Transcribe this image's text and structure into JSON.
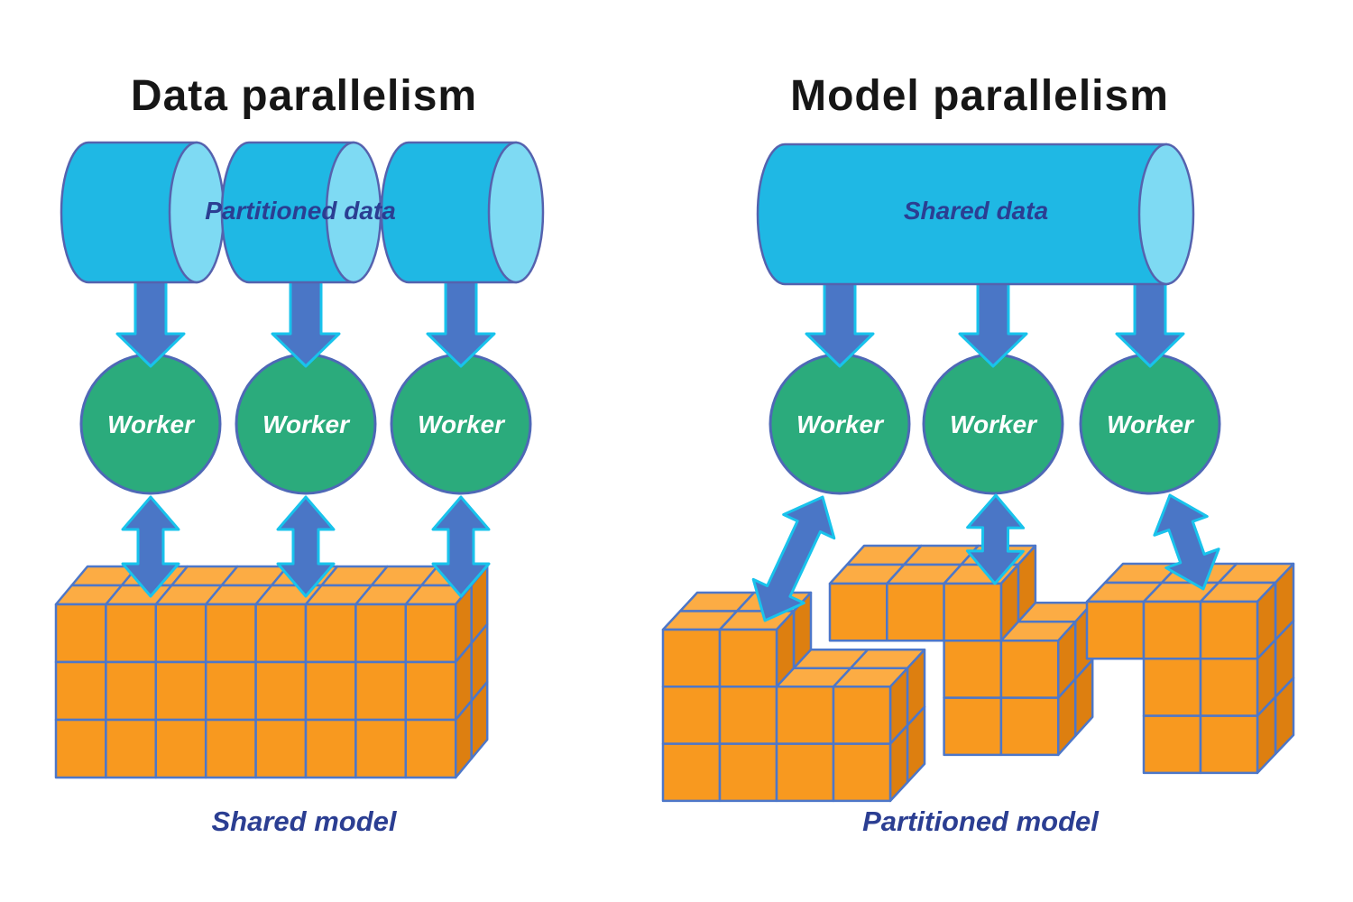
{
  "titles": {
    "left": "Data parallelism",
    "right": "Model parallelism"
  },
  "left_panel": {
    "data_label": "Partitioned data",
    "workers": [
      "Worker",
      "Worker",
      "Worker"
    ],
    "model_label": "Shared model"
  },
  "right_panel": {
    "data_label": "Shared data",
    "workers": [
      "Worker",
      "Worker",
      "Worker"
    ],
    "model_label": "Partitioned model"
  },
  "blocks": {
    "shared_model": {
      "grid": [
        [
          1,
          1,
          1,
          1,
          1,
          1,
          1,
          1
        ],
        [
          1,
          1,
          1,
          1,
          1,
          1,
          1,
          1
        ],
        [
          1,
          1,
          1,
          1,
          1,
          1,
          1,
          1
        ]
      ]
    },
    "partitions": [
      {
        "grid": [
          [
            1,
            1,
            0,
            0
          ],
          [
            1,
            1,
            1,
            1
          ],
          [
            1,
            1,
            1,
            1
          ]
        ]
      },
      {
        "grid": [
          [
            1,
            1,
            1,
            0
          ],
          [
            0,
            0,
            1,
            1
          ],
          [
            0,
            0,
            1,
            1
          ]
        ]
      },
      {
        "grid": [
          [
            1,
            1,
            1
          ],
          [
            0,
            1,
            1
          ],
          [
            0,
            1,
            1
          ]
        ]
      }
    ]
  },
  "colors": {
    "cylinder_body": "#1fb8e4",
    "cylinder_cap": "#7edaf3",
    "cylinder_stroke": "#5562ae",
    "worker_fill": "#2bab7c",
    "worker_stroke": "#4e68b6",
    "arrow_fill": "#4a76c6",
    "arrow_stroke": "#18c3ec",
    "cube_front": "#f8991f",
    "cube_top": "#fcac44",
    "cube_side": "#dd7f10",
    "cube_stroke": "#4d77c9",
    "label_navy": "#2b3e92",
    "title_color": "#161616"
  }
}
